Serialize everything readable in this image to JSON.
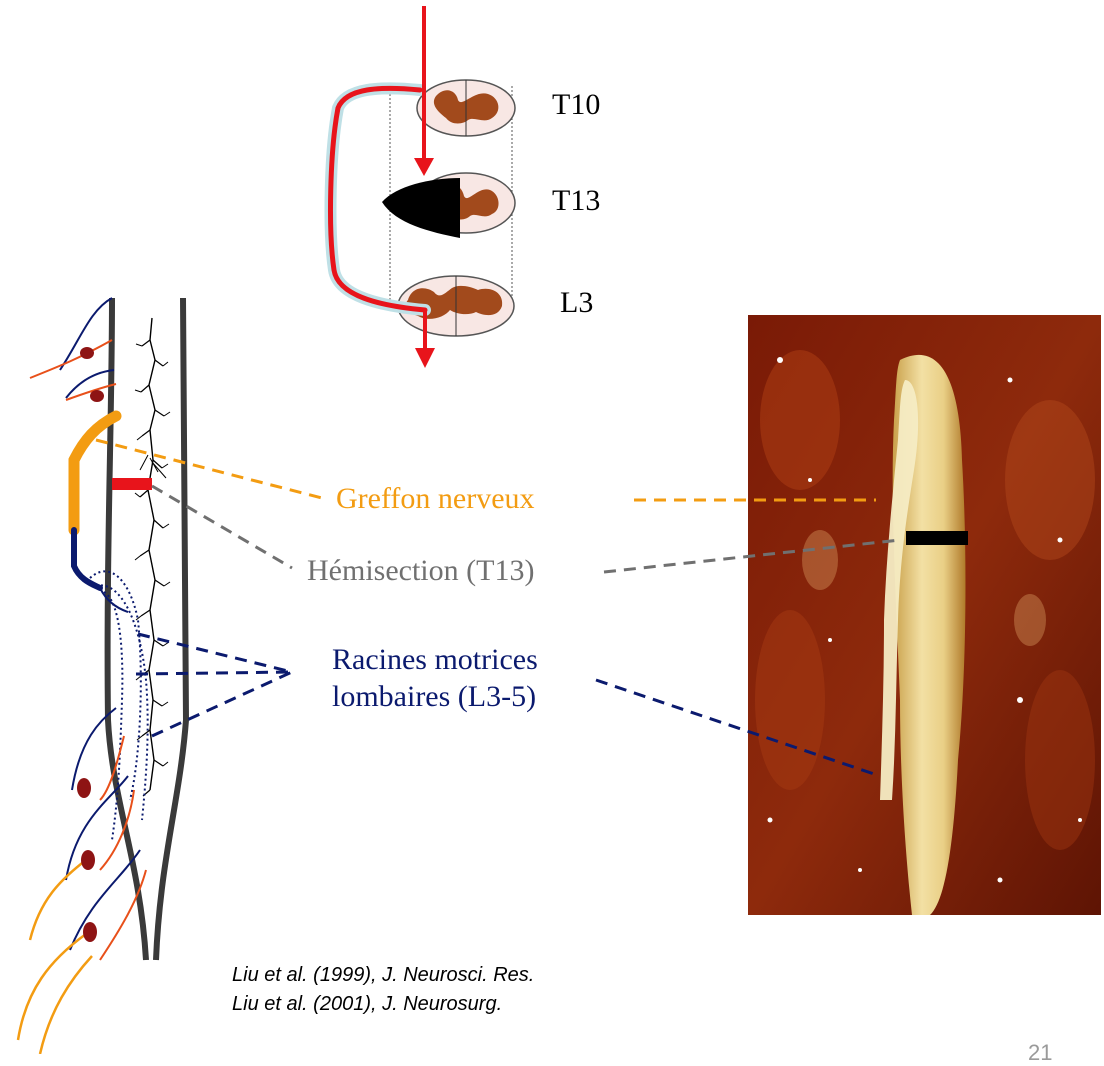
{
  "levels": {
    "t10": "T10",
    "t13": "T13",
    "l3": "L3"
  },
  "labels": {
    "graft": "Greffon nerveux",
    "hemisection": "Hémisection (T13)",
    "roots_line1": "Racines motrices",
    "roots_line2": "lombaires (L3-5)"
  },
  "references": [
    "Liu et al. (1999), J. Neurosci. Res.",
    "Liu et al. (2001), J. Neurosurg."
  ],
  "page_number": "21",
  "colors": {
    "graft": "#f39c12",
    "hemisection": "#707070",
    "roots": "#0b1a6e",
    "arrow": "#e8141b",
    "cord": "#3a3a3a",
    "grey_matter": "#a24a1c"
  }
}
